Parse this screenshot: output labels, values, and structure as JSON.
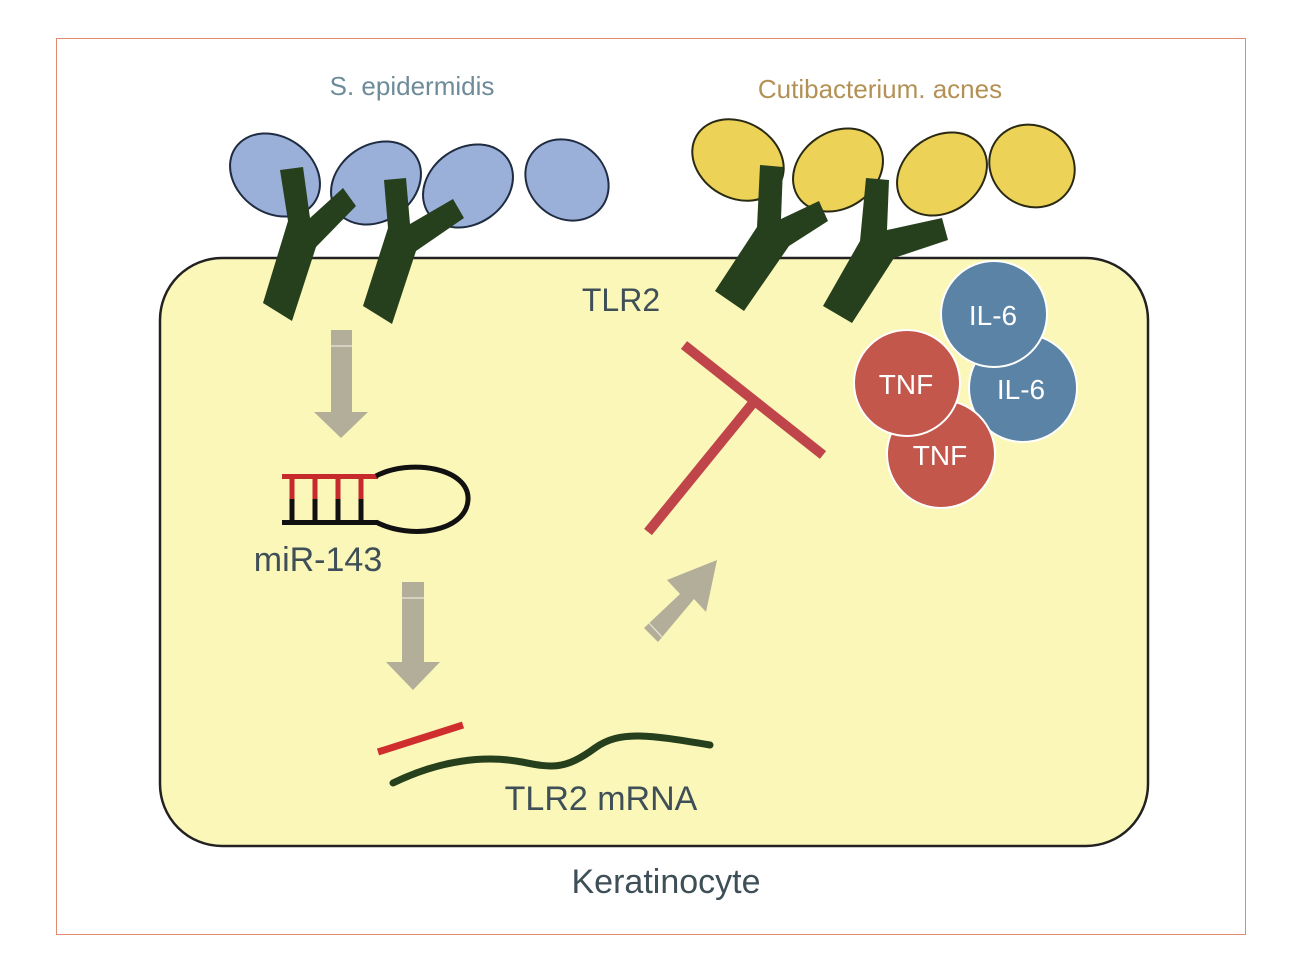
{
  "labels": {
    "s_epidermidis": "S. epidermidis",
    "c_acnes": "Cutibacterium. acnes",
    "tlr2": "TLR2",
    "mir143": "miR-143",
    "tlr2_mrna": "TLR2 mRNA",
    "keratinocyte": "Keratinocyte",
    "il6_a": "IL-6",
    "il6_b": "IL-6",
    "tnf_a": "TNF",
    "tnf_b": "TNF"
  },
  "colors": {
    "frame": "#e08a6e",
    "cell_fill": "#fbf7b8",
    "cell_stroke": "#222222",
    "receptor": "#26401d",
    "s_epidermidis": "#9ab0d8",
    "c_acnes": "#ecd257",
    "arrow": "#b3ae9a",
    "inhibitor": "#c0454b",
    "il6": "#5b83a6",
    "tnf": "#c3574b",
    "text": "#3e4f57",
    "label_s_epi": "#6d8b99",
    "label_c_acnes": "#b39155"
  }
}
